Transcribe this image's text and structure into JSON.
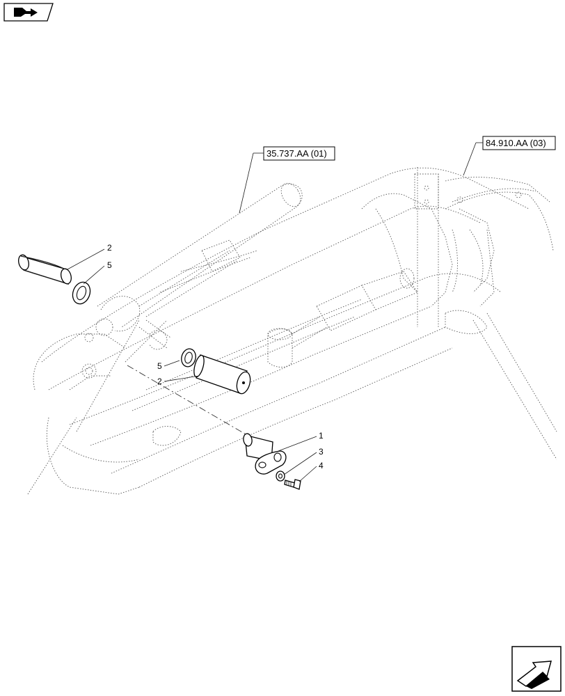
{
  "references": {
    "ref_a": "35.737.AA (01)",
    "ref_b": "84.910.AA (03)"
  },
  "callouts": {
    "pin_upper_left": "2",
    "washer_upper_left": "5",
    "washer_middle": "5",
    "pin_middle": "2",
    "plate_pin": "1",
    "washer_small": "3",
    "bolt": "4"
  },
  "icons": {
    "top_left": "book-arrow-icon",
    "bottom_right": "next-page-arrow-icon"
  }
}
